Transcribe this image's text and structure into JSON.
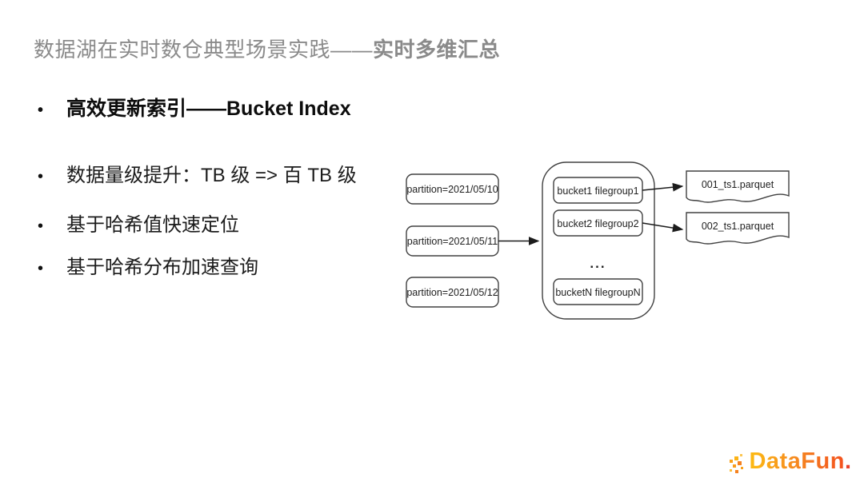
{
  "title": {
    "prefix": "数据湖在实时数仓典型场景实践——",
    "emphasis": "实时多维汇总"
  },
  "bullets": {
    "marker": "•",
    "heading": "高效更新索引——Bucket Index",
    "items": [
      "数据量级提升：TB 级 => 百 TB 级",
      "基于哈希值快速定位",
      "基于哈希分布加速查询"
    ]
  },
  "diagram": {
    "partitions": [
      "partition=2021/05/10",
      "partition=2021/05/11",
      "partition=2021/05/12"
    ],
    "buckets": [
      "bucket1 filegroup1",
      "bucket2 filegroup2",
      "bucketN filegroupN"
    ],
    "ellipsis": "...",
    "files": [
      "001_ts1.parquet",
      "002_ts1.parquet"
    ]
  },
  "logo": {
    "text": "DataFun",
    "dot": "."
  },
  "icons": {
    "logo_pixels": "pixel-cluster-icon"
  },
  "colors": {
    "title_gray": "#8a8a8a",
    "body_text": "#1b1b1b",
    "diagram_stroke": "#404040",
    "logo_gradient_start": "#fcb714",
    "logo_gradient_end": "#f4511e",
    "logo_dot": "#e8432d"
  }
}
